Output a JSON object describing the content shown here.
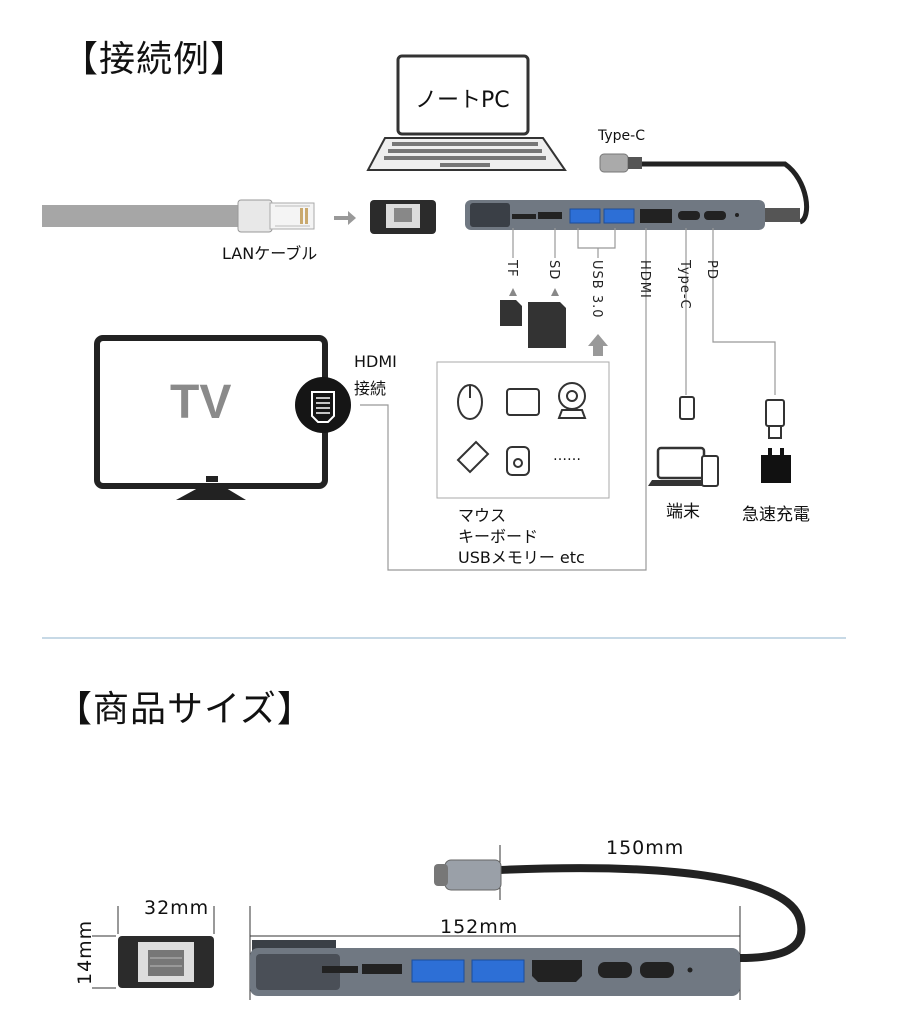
{
  "connection": {
    "heading": "【接続例】",
    "laptop_label": "ノートPC",
    "typec_cable_label": "Type-C",
    "lan_label": "LANケーブル",
    "port_labels": [
      "TF",
      "SD",
      "USB 3.0",
      "HDMI",
      "Type-C",
      "PD"
    ],
    "tv_label": "TV",
    "hdmi_label_line1": "HDMI",
    "hdmi_label_line2": "接続",
    "usb_devices_ellipsis": "……",
    "usb_devices_text": [
      "マウス",
      "キーボード",
      "USBメモリー etc"
    ],
    "terminal_label": "端末",
    "charge_label": "急速充電"
  },
  "size": {
    "heading": "【商品サイズ】",
    "cable_length": "150mm",
    "hub_length": "152mm",
    "width": "32mm",
    "height": "14mm"
  },
  "colors": {
    "hub_body": "#707882",
    "hub_face": "#4a4f57",
    "usb_blue": "#2d6fd6",
    "cable_gray": "#a6a6a6",
    "line": "#9a9a9a",
    "divider": "#8fb3cc"
  }
}
